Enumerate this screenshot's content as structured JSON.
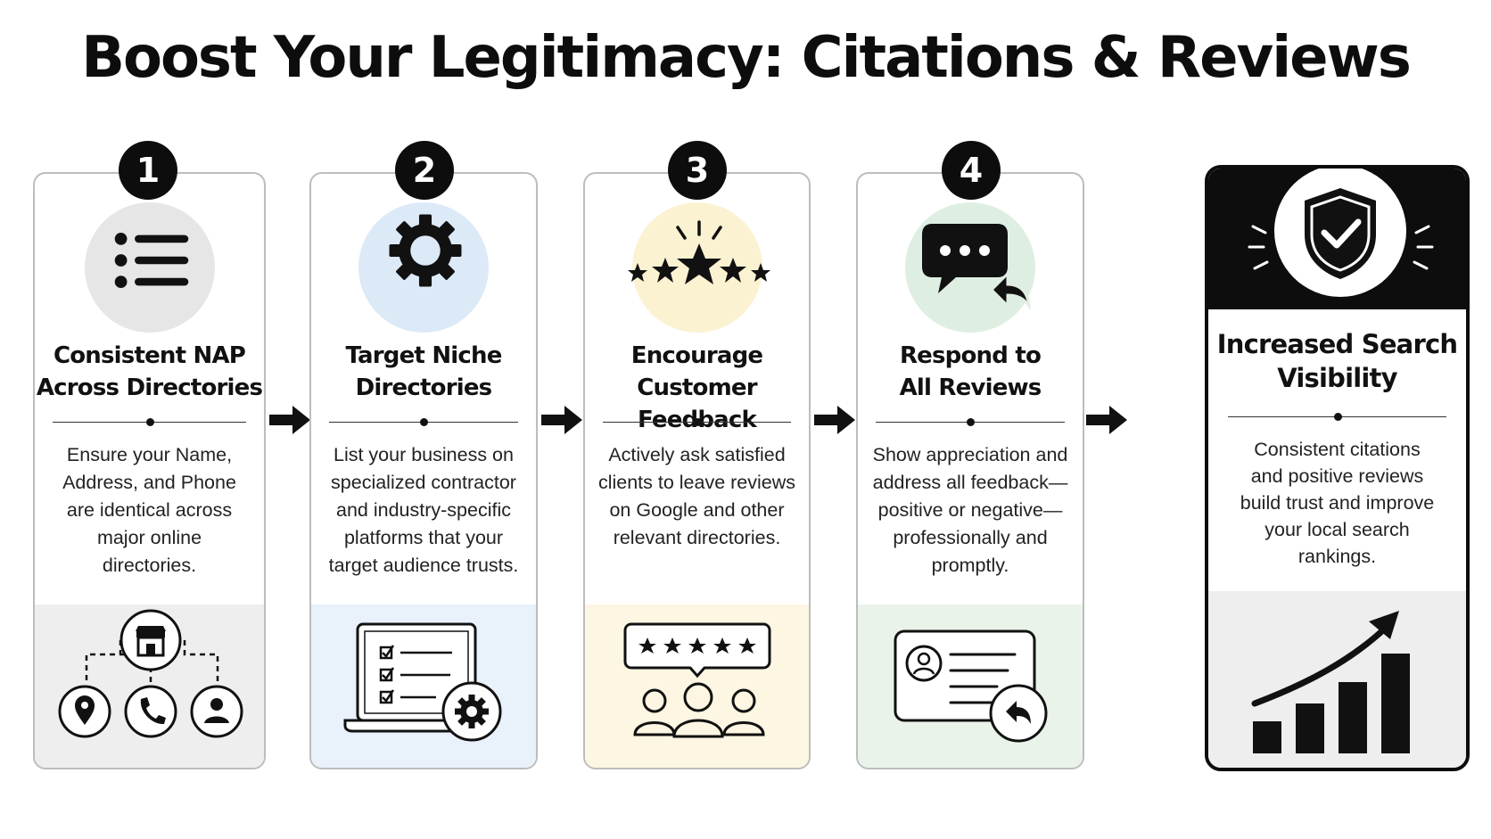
{
  "title": "Boost Your Legitimacy: Citations & Reviews",
  "steps": [
    {
      "number": "1",
      "heading_line1": "Consistent NAP",
      "heading_line2": "Across Directories",
      "body": [
        "Ensure your Name,",
        "Address, and Phone",
        "are identical across",
        "major online",
        "directories."
      ],
      "icon": "list-icon",
      "bottom_icon": "directory-network-icon",
      "accent": "#e6e6e6",
      "bottom_bg": "#eeeeee"
    },
    {
      "number": "2",
      "heading_line1": "Target Niche",
      "heading_line2": "Directories",
      "body": [
        "List your business on",
        "specialized contractor",
        "and industry-specific",
        "platforms that your",
        "target audience trusts."
      ],
      "icon": "gear-icon",
      "bottom_icon": "laptop-checklist-icon",
      "accent": "#dce9f7",
      "bottom_bg": "#e9f1fb"
    },
    {
      "number": "3",
      "heading_line1": "Encourage",
      "heading_line2": "Customer Feedback",
      "body": [
        "Actively ask satisfied",
        "clients to leave reviews",
        "on Google and other",
        "relevant directories."
      ],
      "icon": "stars-icon",
      "bottom_icon": "group-review-icon",
      "accent": "#fbf2d2",
      "bottom_bg": "#fcf6e2"
    },
    {
      "number": "4",
      "heading_line1": "Respond to",
      "heading_line2": "All Reviews",
      "body": [
        "Show appreciation and",
        "address all feedback—",
        "positive or negative—",
        "professionally and",
        "promptly."
      ],
      "icon": "chat-reply-icon",
      "bottom_icon": "profile-card-reply-icon",
      "accent": "#dfeee2",
      "bottom_bg": "#e9f3ea"
    }
  ],
  "result": {
    "heading_line1": "Increased Search",
    "heading_line2": "Visibility",
    "body": [
      "Consistent citations",
      "and positive reviews",
      "build trust and improve",
      "your local search",
      "rankings."
    ],
    "icon": "shield-check-icon",
    "bottom_icon": "growth-chart-icon"
  }
}
